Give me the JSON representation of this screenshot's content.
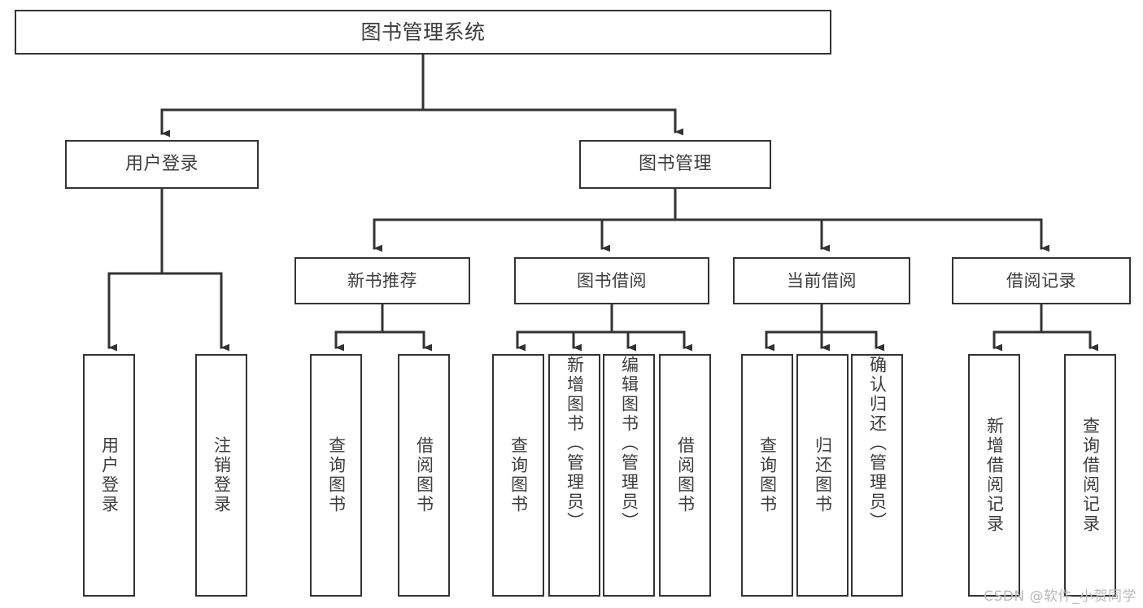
{
  "diagram": {
    "title": "图书管理系统",
    "type": "tree-hierarchy-chart",
    "watermark": "CSDN @软件_小贺同学",
    "colors": {
      "background": "#ffffff",
      "box_border": "#333333",
      "box_fill": "#ffffff",
      "text": "#3d3d3d",
      "connector": "#333333",
      "watermark": "#b9b9b9"
    },
    "root": {
      "label": "图书管理系统"
    },
    "level2": [
      {
        "id": "user-login",
        "label": "用户登录"
      },
      {
        "id": "book-manage",
        "label": "图书管理"
      }
    ],
    "level3": [
      {
        "id": "new-book-rec",
        "label": "新书推荐",
        "parent": "book-manage"
      },
      {
        "id": "book-borrow",
        "label": "图书借阅",
        "parent": "book-manage"
      },
      {
        "id": "current-borrow",
        "label": "当前借阅",
        "parent": "book-manage"
      },
      {
        "id": "borrow-record",
        "label": "借阅记录",
        "parent": "book-manage"
      }
    ],
    "leaves": [
      {
        "id": "leaf-user-login",
        "label": "用户登录",
        "parent": "user-login"
      },
      {
        "id": "leaf-logout",
        "label": "注销登录",
        "parent": "user-login"
      },
      {
        "id": "leaf-query-book-1",
        "label": "查询图书",
        "parent": "new-book-rec"
      },
      {
        "id": "leaf-borrow-book-1",
        "label": "借阅图书",
        "parent": "new-book-rec"
      },
      {
        "id": "leaf-query-book-2",
        "label": "查询图书",
        "parent": "book-borrow"
      },
      {
        "id": "leaf-add-book",
        "label": "新增图书（管理员）",
        "parent": "book-borrow"
      },
      {
        "id": "leaf-edit-book",
        "label": "编辑图书（管理员）",
        "parent": "book-borrow"
      },
      {
        "id": "leaf-borrow-book-2",
        "label": "借阅图书",
        "parent": "book-borrow"
      },
      {
        "id": "leaf-query-book-3",
        "label": "查询图书",
        "parent": "current-borrow"
      },
      {
        "id": "leaf-return-book",
        "label": "归还图书",
        "parent": "current-borrow"
      },
      {
        "id": "leaf-confirm-return",
        "label": "确认归还（管理员）",
        "parent": "current-borrow"
      },
      {
        "id": "leaf-add-record",
        "label": "新增借阅记录",
        "parent": "borrow-record"
      },
      {
        "id": "leaf-query-record",
        "label": "查询借阅记录",
        "parent": "borrow-record"
      }
    ]
  }
}
